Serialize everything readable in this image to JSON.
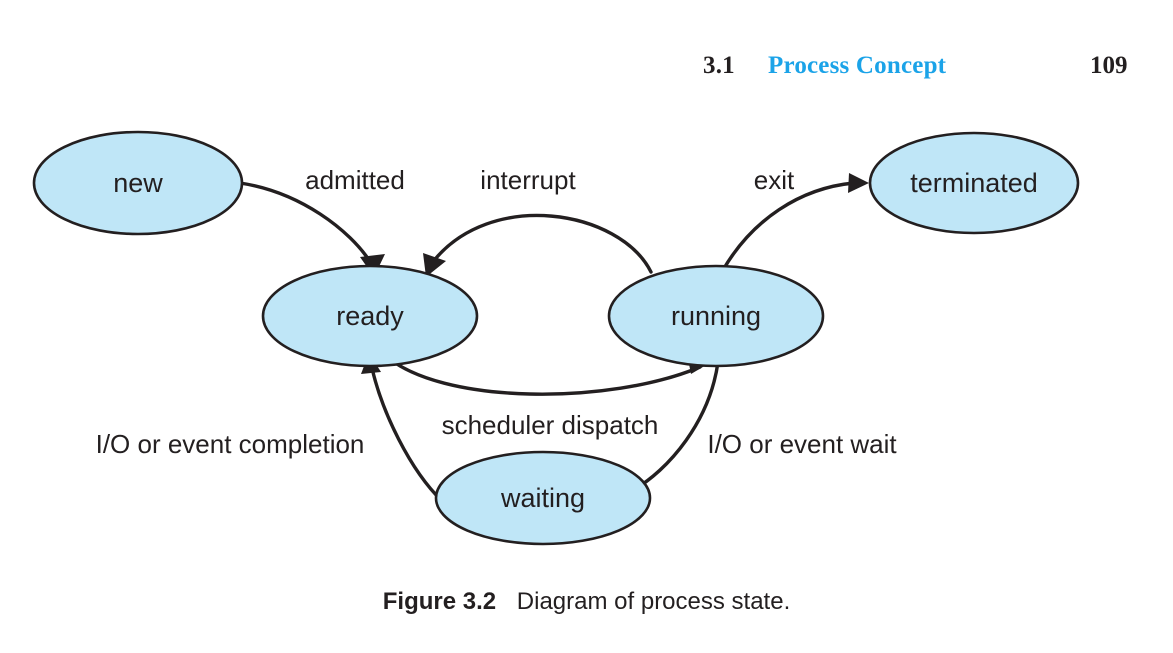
{
  "header": {
    "section_number": "3.1",
    "section_title": "Process Concept",
    "page_number": "109",
    "accent_color": "#1ba3e8",
    "text_color": "#231f20"
  },
  "figure": {
    "caption_label": "Figure 3.2",
    "caption_text": "Diagram of process state.",
    "node_fill": "#bfe6f7",
    "node_stroke": "#231f20",
    "edge_color": "#231f20",
    "nodes": [
      {
        "id": "new",
        "label": "new"
      },
      {
        "id": "ready",
        "label": "ready"
      },
      {
        "id": "running",
        "label": "running"
      },
      {
        "id": "waiting",
        "label": "waiting"
      },
      {
        "id": "terminated",
        "label": "terminated"
      }
    ],
    "edges": [
      {
        "id": "new-ready",
        "from": "new",
        "to": "ready",
        "label": "admitted"
      },
      {
        "id": "running-ready",
        "from": "running",
        "to": "ready",
        "label": "interrupt"
      },
      {
        "id": "running-terminated",
        "from": "running",
        "to": "terminated",
        "label": "exit"
      },
      {
        "id": "ready-running",
        "from": "ready",
        "to": "running",
        "label": "scheduler dispatch"
      },
      {
        "id": "running-waiting",
        "from": "running",
        "to": "waiting",
        "label": "I/O or event wait"
      },
      {
        "id": "waiting-ready",
        "from": "waiting",
        "to": "ready",
        "label": "I/O or event completion"
      }
    ]
  },
  "chart_data": {
    "type": "diagram",
    "title": "Diagram of process state",
    "nodes": [
      "new",
      "ready",
      "running",
      "waiting",
      "terminated"
    ],
    "transitions": [
      {
        "from": "new",
        "to": "ready",
        "label": "admitted"
      },
      {
        "from": "ready",
        "to": "running",
        "label": "scheduler dispatch"
      },
      {
        "from": "running",
        "to": "ready",
        "label": "interrupt"
      },
      {
        "from": "running",
        "to": "terminated",
        "label": "exit"
      },
      {
        "from": "running",
        "to": "waiting",
        "label": "I/O or event wait"
      },
      {
        "from": "waiting",
        "to": "ready",
        "label": "I/O or event completion"
      }
    ]
  }
}
